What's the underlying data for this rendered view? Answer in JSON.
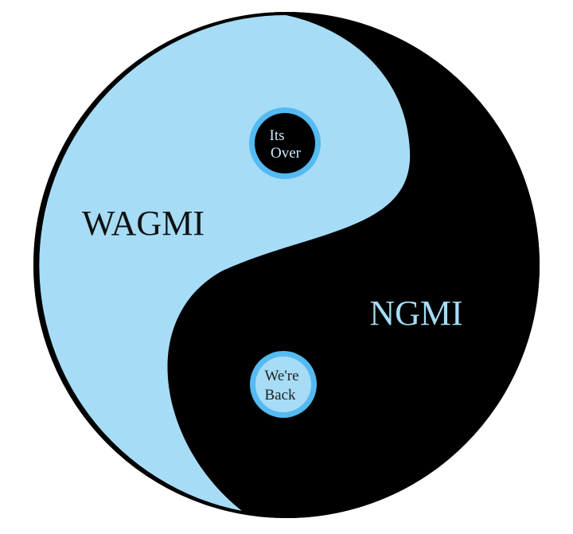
{
  "symbol": {
    "light_side": {
      "label": "WAGMI",
      "color": "#a6dcf6",
      "label_color": "#111111"
    },
    "dark_side": {
      "label": "NGMI",
      "color": "#000000",
      "label_color": "#a6dcf6"
    },
    "top_dot": {
      "line1": "Its",
      "line2": "Over",
      "fill": "#000000",
      "ring": "#55baf2",
      "text_color": "#c9ecff"
    },
    "bottom_dot": {
      "line1": "We're",
      "line2": "Back",
      "fill": "#a6dcf6",
      "ring": "#55baf2",
      "text_color": "#222222"
    },
    "outline_color": "#000000"
  }
}
